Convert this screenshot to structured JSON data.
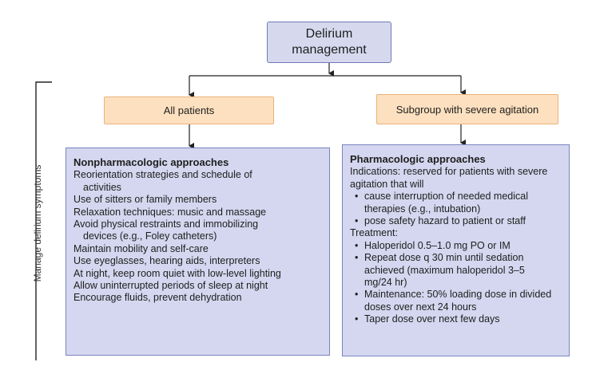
{
  "top_node": {
    "label_line1": "Delirium",
    "label_line2": "management"
  },
  "left_branch": {
    "label": "All patients"
  },
  "right_branch": {
    "label": "Subgroup with severe agitation"
  },
  "side_label": "Manage delirium symptoms",
  "left_content": {
    "heading": "Nonpharmacologic approaches",
    "lines": [
      "Reorientation strategies and schedule of",
      "activities",
      "Use of sitters or family members",
      "Relaxation techniques: music and massage",
      "Avoid physical restraints and immobilizing",
      "devices (e.g., Foley catheters)",
      "Maintain mobility and self-care",
      "Use eyeglasses, hearing aids, interpreters",
      "At night, keep room quiet with low-level lighting",
      "Allow uninterrupted periods of sleep at night",
      "Encourage fluids, prevent dehydration"
    ]
  },
  "right_content": {
    "heading": "Pharmacologic approaches",
    "indications_line1": "Indications: reserved for patients with severe",
    "indications_line2": "agitation that will",
    "indication_bullets": [
      [
        "cause interruption of needed medical",
        "therapies (e.g., intubation)"
      ],
      [
        "pose safety hazard to patient or staff"
      ]
    ],
    "treatment_label": "Treatment:",
    "treatment_bullets": [
      [
        "Haloperidol 0.5–1.0 mg PO or IM"
      ],
      [
        "Repeat dose q 30 min until sedation",
        "achieved (maximum haloperidol 3–5",
        "mg/24 hr)"
      ],
      [
        "Maintenance: 50% loading dose in divided",
        "doses over next 24 hours"
      ],
      [
        "Taper dose over next few days"
      ]
    ]
  },
  "colors": {
    "blue_fill": "#d4d7ef",
    "blue_border": "#7b84c2",
    "orange_fill": "#fde0bf",
    "orange_border": "#e9b27a",
    "line": "#222222"
  }
}
